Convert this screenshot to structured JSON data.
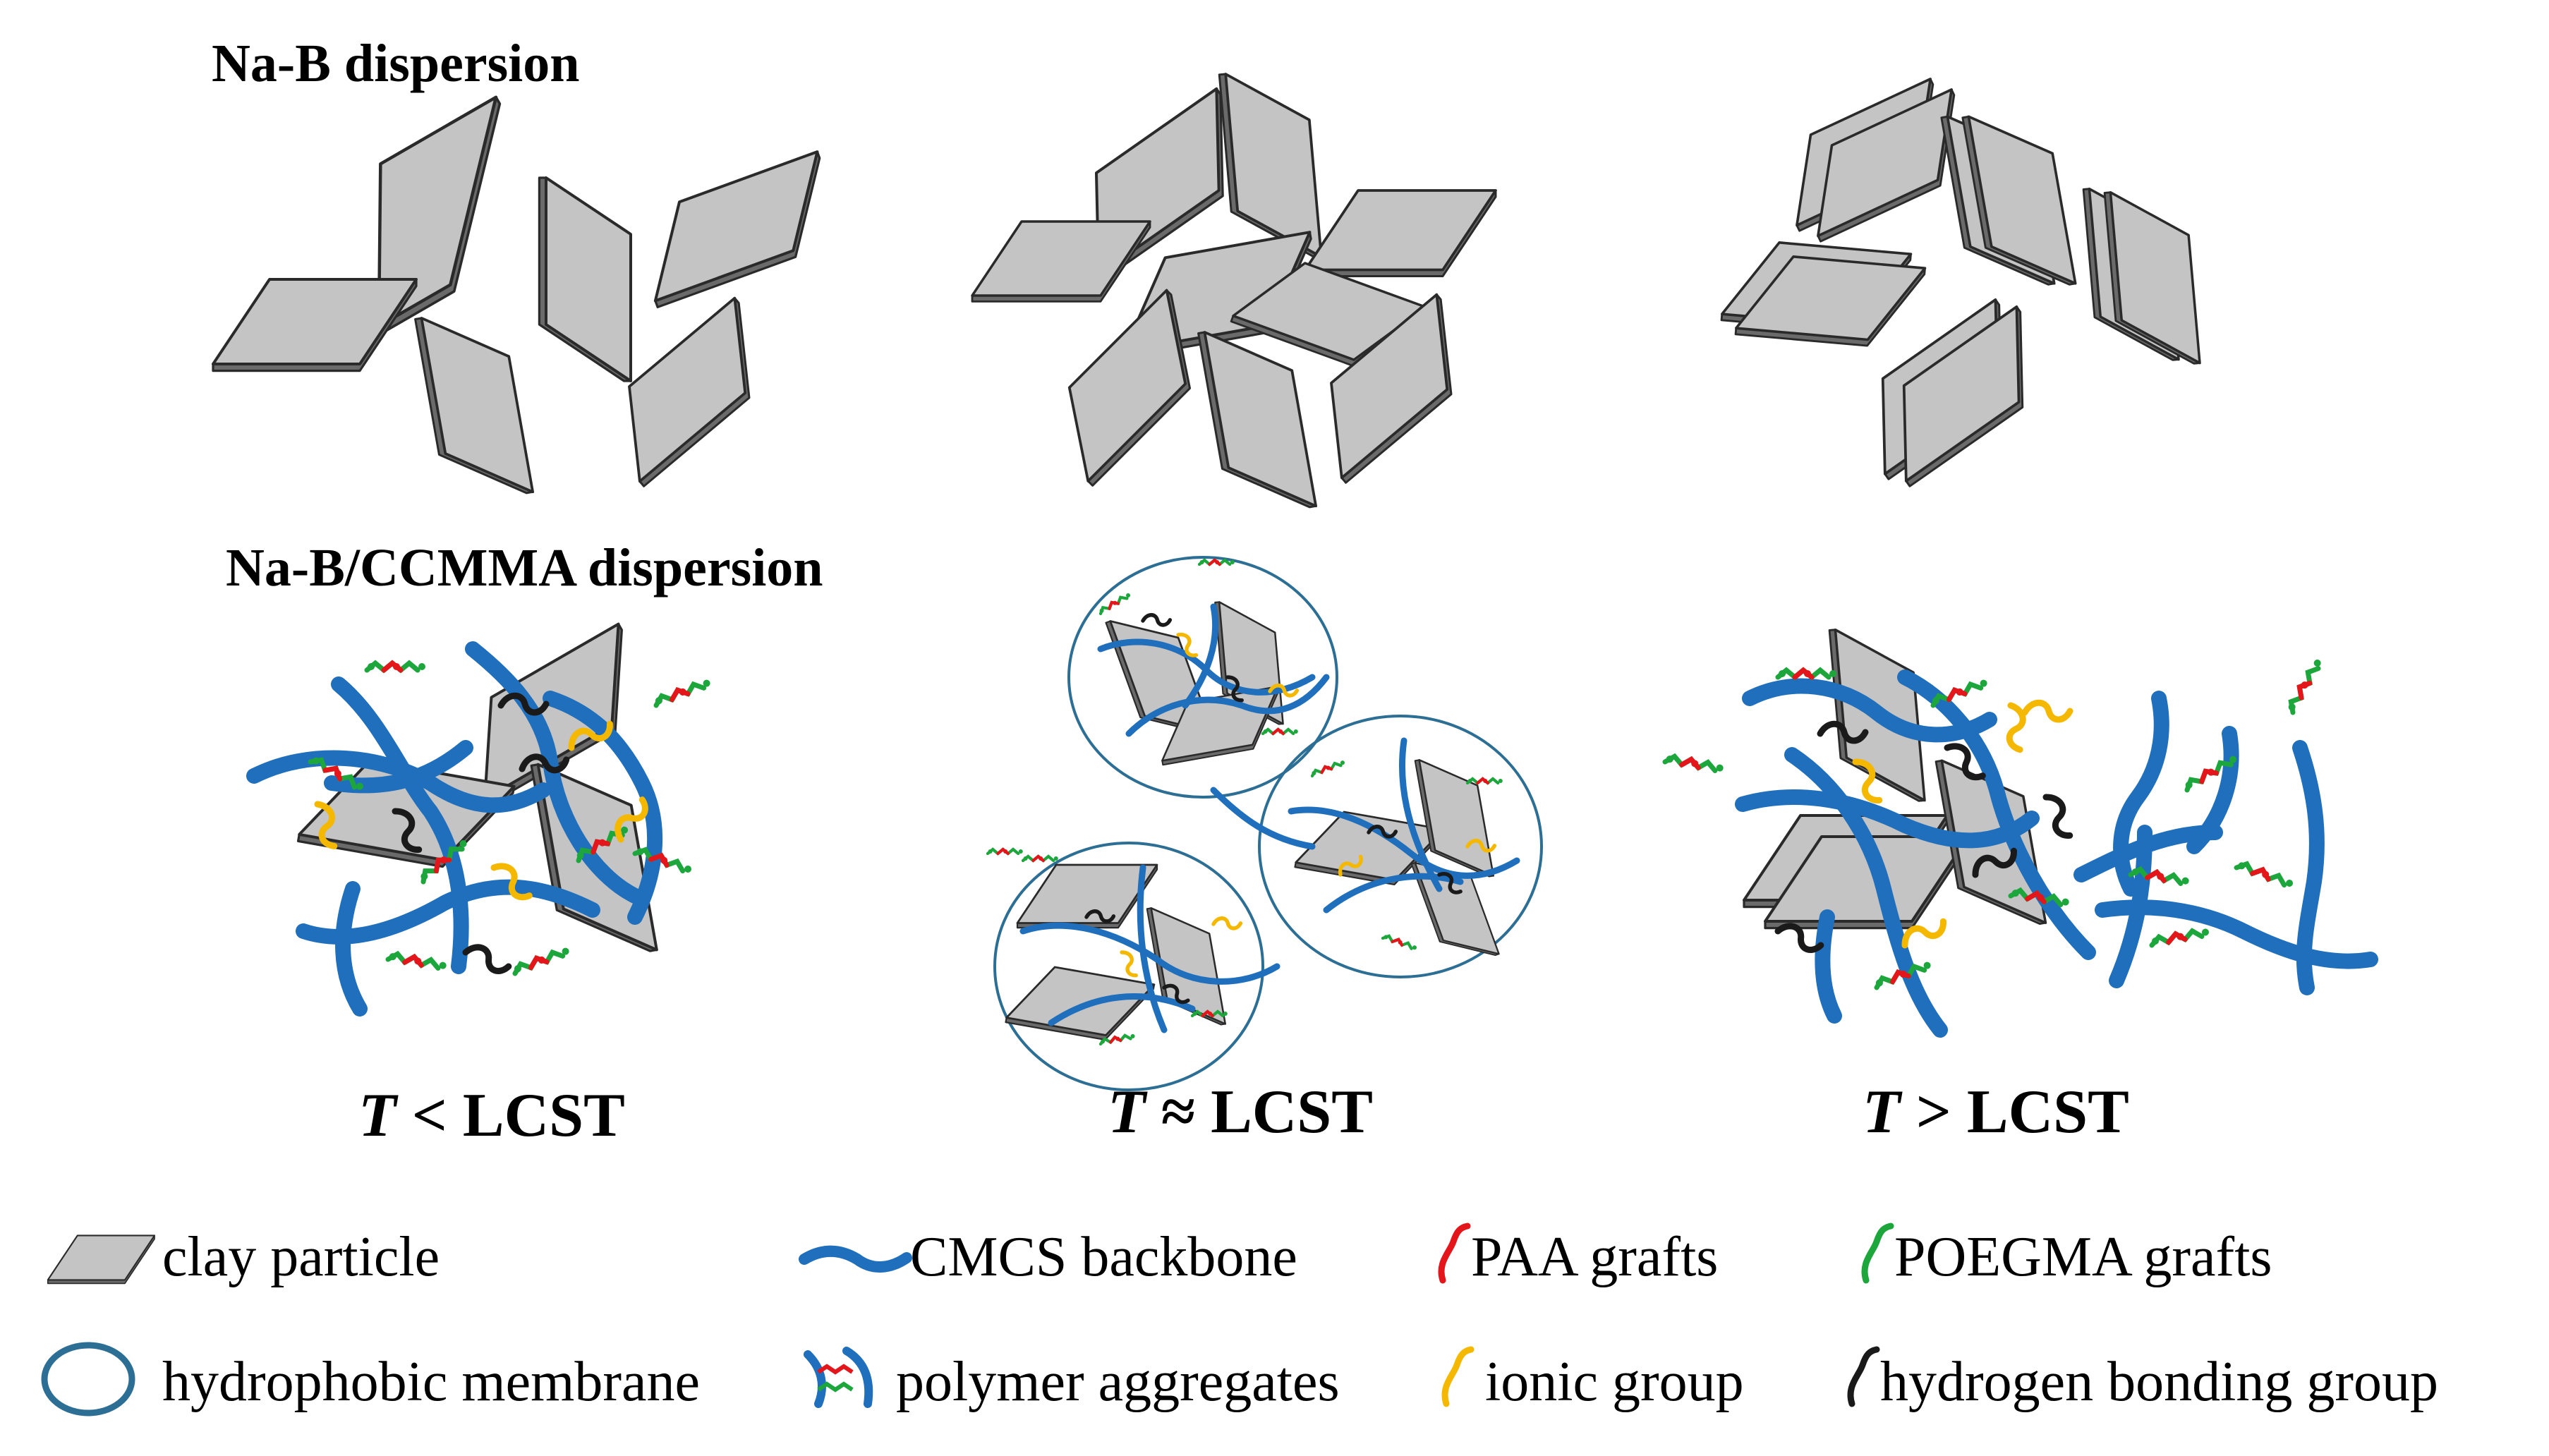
{
  "rows": {
    "top_title": "Na-B dispersion",
    "bottom_title": "Na-B/CCMMA dispersion"
  },
  "conditions": [
    {
      "italic": "T",
      "rest": " < LCST"
    },
    {
      "italic": "T",
      "rest": " ≈ LCST"
    },
    {
      "italic": "T",
      "rest": " > LCST"
    }
  ],
  "legend": {
    "clay": "clay particle",
    "cmcs": "CMCS backbone",
    "paa": "PAA grafts",
    "poegma": "POEGMA grafts",
    "membrane": "hydrophobic membrane",
    "aggregates": "polymer aggregates",
    "ionic": "ionic group",
    "hbond": "hydrogen bonding group"
  },
  "colors": {
    "clay_fill": "#c4c4c4",
    "cmcs": "#1f6fbd",
    "paa": "#e3161b",
    "poegma": "#1ca63c",
    "ionic": "#f5b800",
    "hbond": "#1a1a1a",
    "membrane": "#2c6e94"
  }
}
